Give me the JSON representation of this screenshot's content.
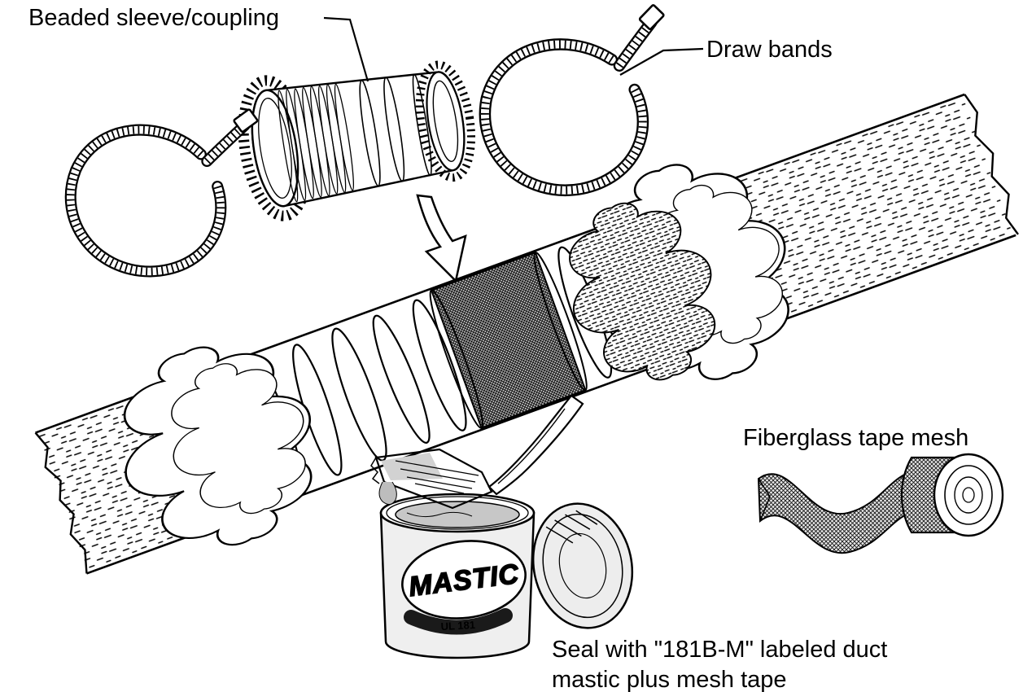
{
  "diagram": {
    "labels": {
      "beaded_sleeve": "Beaded sleeve/coupling",
      "draw_bands": "Draw bands",
      "fiberglass_tape_mesh": "Fiberglass tape mesh",
      "seal_note_line1": "Seal with \"181B-M\" labeled duct",
      "seal_note_line2": "mastic plus mesh tape"
    },
    "mastic_can": {
      "brand": "MASTIC",
      "listing": "UL 181"
    },
    "colors": {
      "ink": "#000000",
      "paper": "#ffffff",
      "mesh_band_shade": "#c8c8c8",
      "can_shade": "#efefef",
      "mastic_shade": "#c7c7c7"
    }
  }
}
